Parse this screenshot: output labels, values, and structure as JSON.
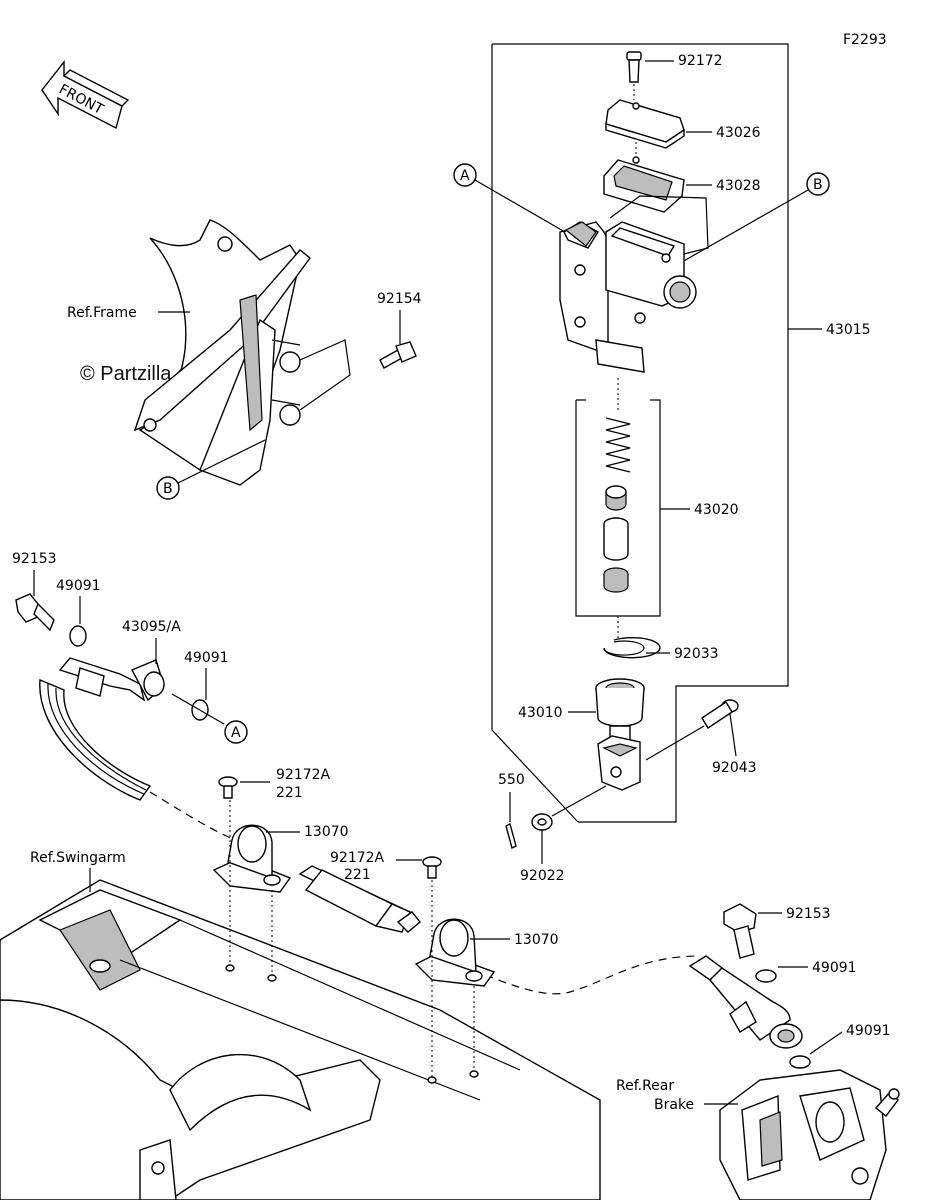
{
  "diagram_code": "F2293",
  "watermark": "© Partzilla.com",
  "front_label": "FRONT",
  "ref_labels": {
    "frame": "Ref.Frame",
    "swingarm": "Ref.Swingarm",
    "rear_brake_line1": "Ref.Rear",
    "rear_brake_line2": "Brake"
  },
  "callouts": {
    "A": "A",
    "B": "B"
  },
  "parts": {
    "p92172": "92172",
    "p43026": "43026",
    "p43028": "43028",
    "p43015": "43015",
    "p43020": "43020",
    "p92033": "92033",
    "p43010": "43010",
    "p92043": "92043",
    "p550": "550",
    "p92022": "92022",
    "p92154": "92154",
    "p92153_top": "92153",
    "p49091_a": "49091",
    "p43095A": "43095/A",
    "p49091_b": "49091",
    "p92172A_1": "92172A",
    "p221_1": "221",
    "p13070_1": "13070",
    "p92172A_2": "92172A",
    "p221_2": "221",
    "p13070_2": "13070",
    "p92153_bottom": "92153",
    "p49091_c": "49091",
    "p49091_d": "49091"
  }
}
